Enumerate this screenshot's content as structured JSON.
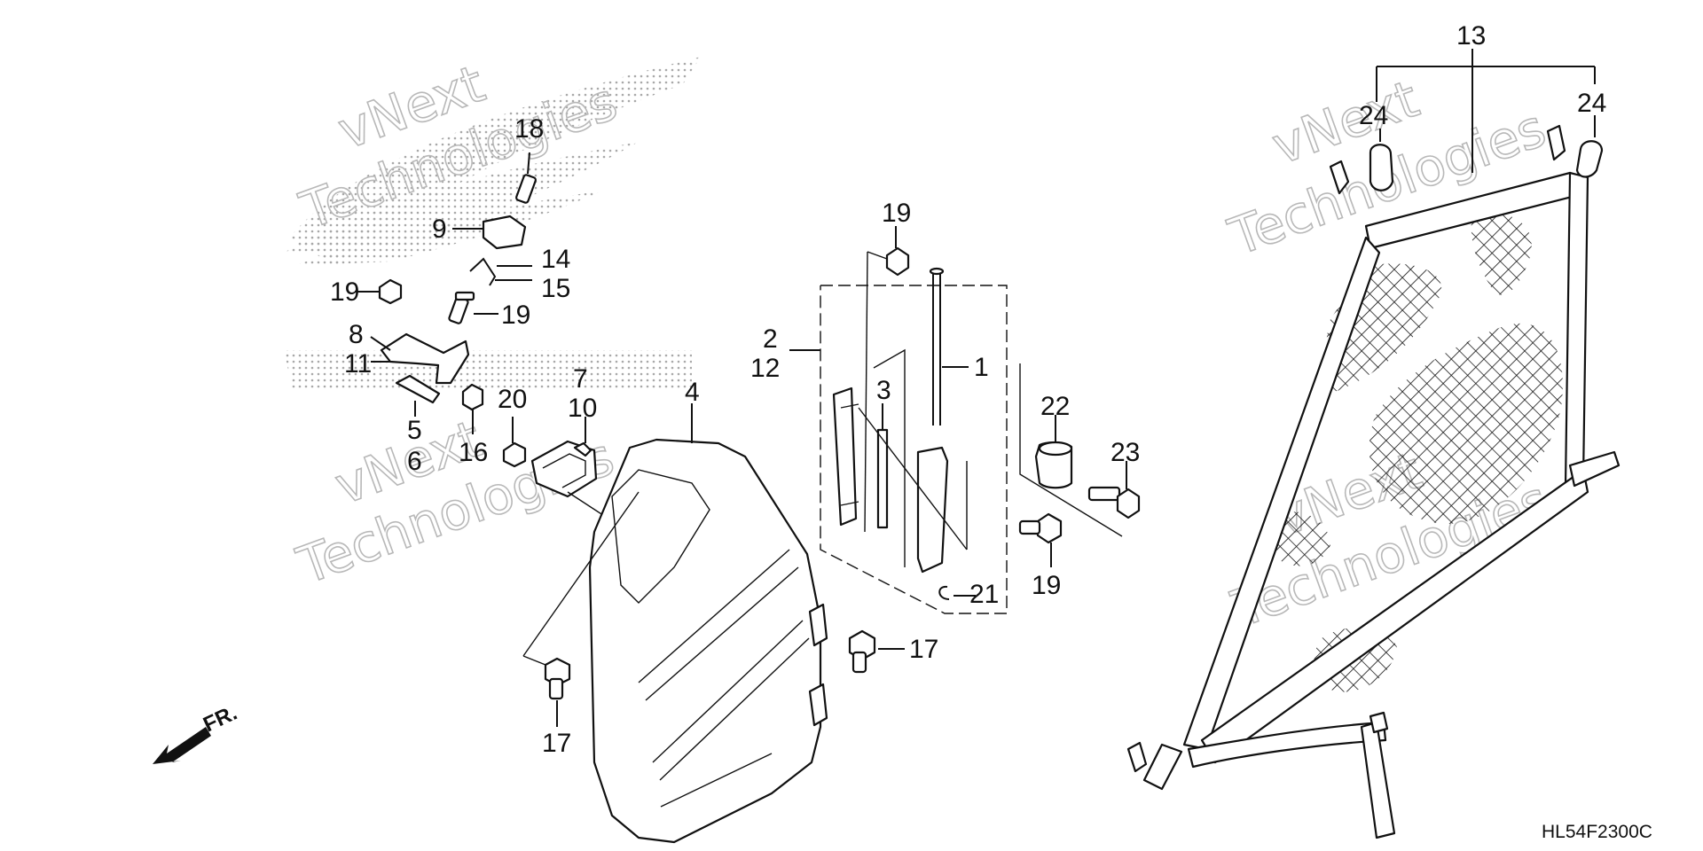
{
  "diagram": {
    "code": "HL54F2300C",
    "front_marker": "FR.",
    "watermark": {
      "line1": "vNext",
      "line2": "Technologies"
    },
    "callouts": {
      "n1": "1",
      "n2": "2",
      "n3": "3",
      "n4": "4",
      "n5": "5",
      "n6": "6",
      "n7": "7",
      "n8": "8",
      "n9": "9",
      "n10": "10",
      "n11": "11",
      "n12": "12",
      "n13": "13",
      "n14": "14",
      "n15": "15",
      "n16": "16",
      "n17": "17",
      "n18": "18",
      "n19": "19",
      "n20": "20",
      "n21": "21",
      "n22": "22",
      "n23": "23",
      "n24": "24"
    },
    "colors": {
      "ink": "#111111",
      "watermark": "#b8b8b8",
      "stipple": "#9a9a9a"
    }
  }
}
